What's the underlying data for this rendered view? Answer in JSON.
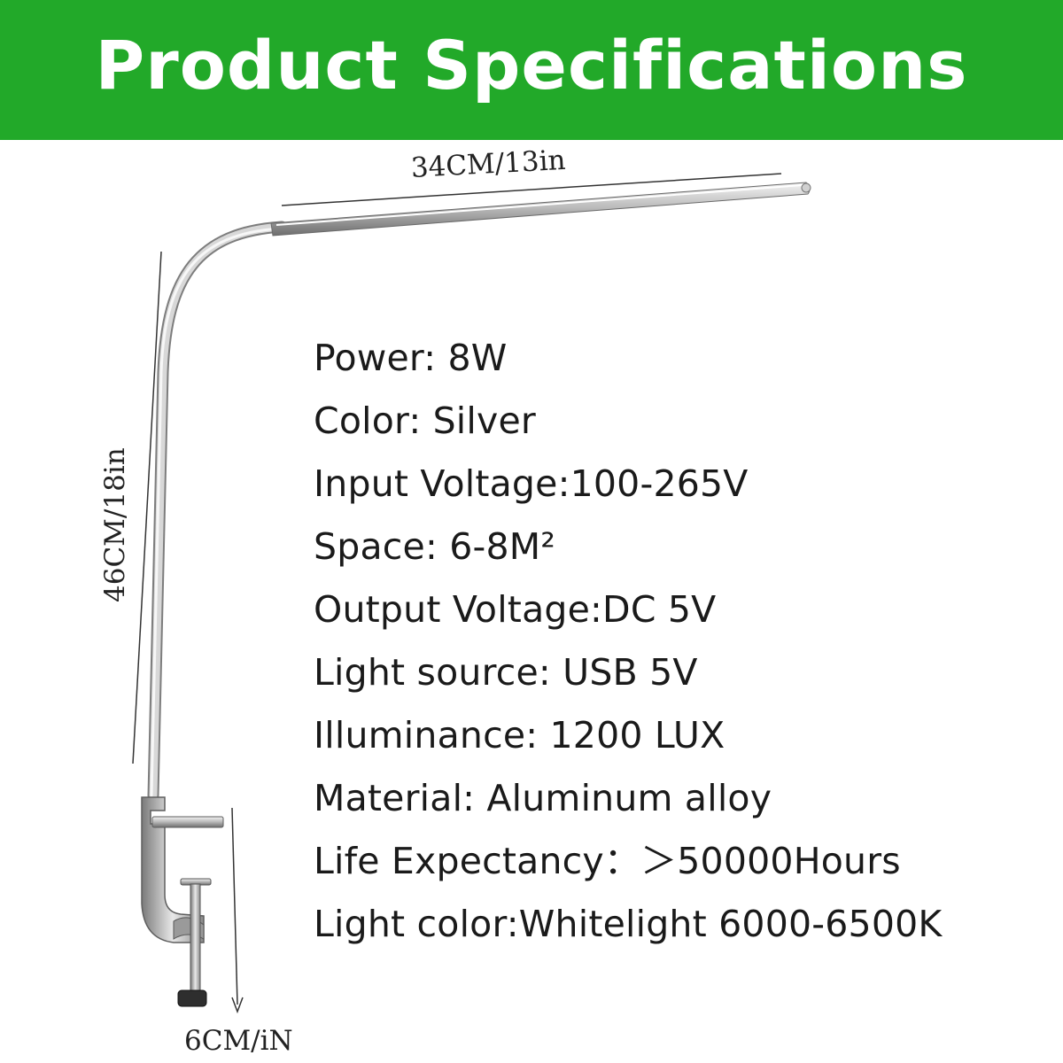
{
  "banner": {
    "title": "Product Specifications",
    "background_color": "#22a929",
    "text_color": "#ffffff"
  },
  "dimensions": {
    "width_label": "34CM/13in",
    "height_label": "46CM/18in",
    "clamp_label": "6CM/iN"
  },
  "lamp": {
    "color": "#c0c0c0"
  },
  "specs": [
    "Power: 8W",
    "Color: Silver",
    "Input Voltage:100-265V",
    "Space: 6-8M²",
    "Output Voltage:DC 5V",
    "Light source: USB 5V",
    "Illuminance: 1200 LUX",
    "Material: Aluminum alloy",
    "Life Expectancy：＞50000Hours",
    "Light color:Whitelight 6000-6500K"
  ]
}
